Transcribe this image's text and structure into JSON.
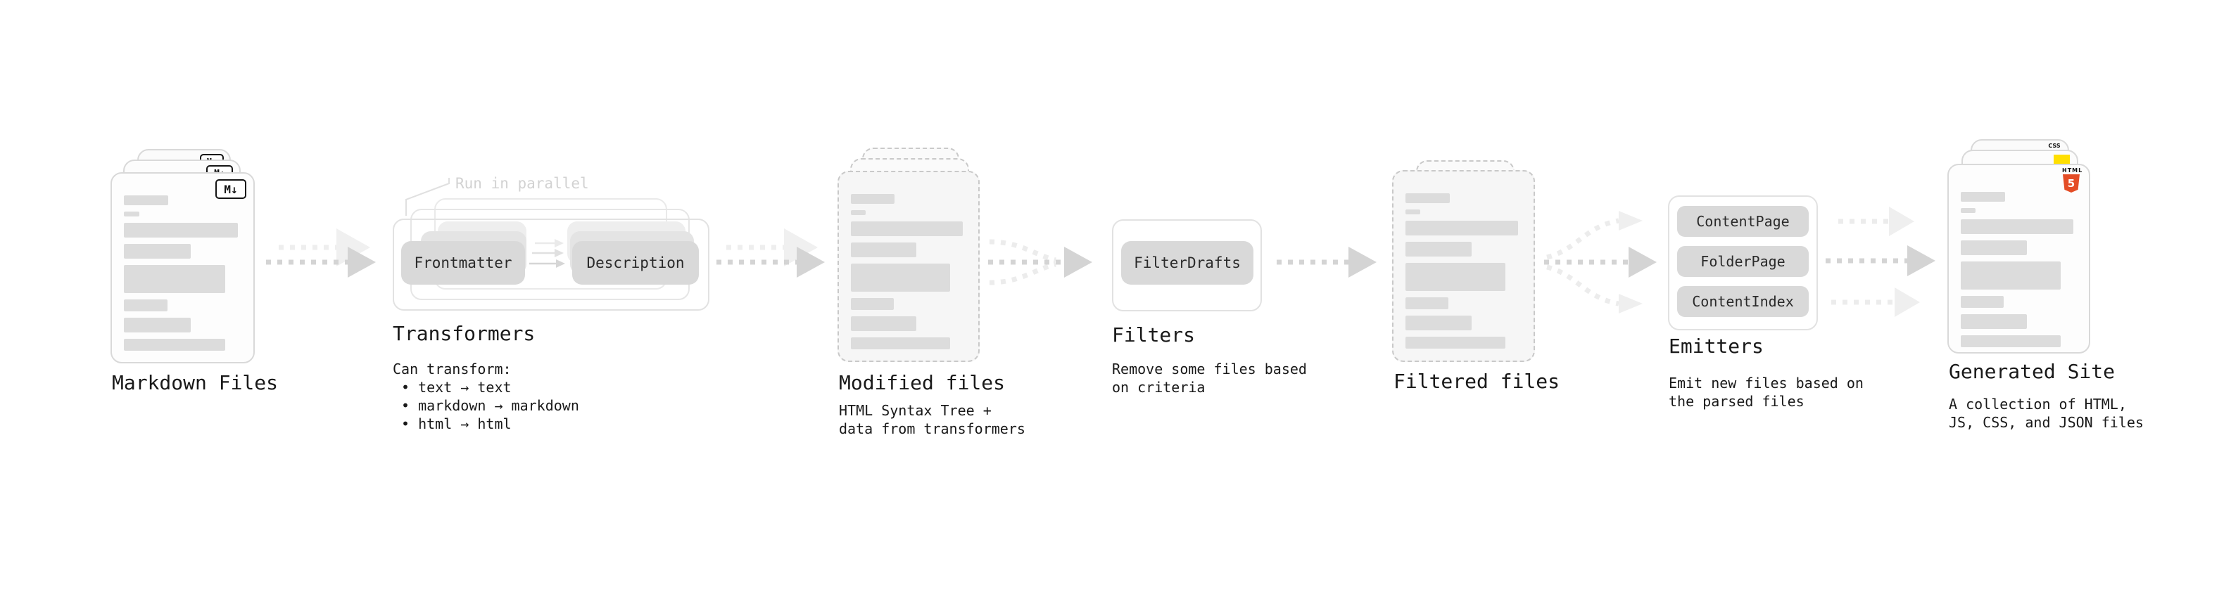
{
  "diagram": {
    "sections": {
      "markdown_files": {
        "label": "Markdown Files",
        "badge": "M↓"
      },
      "transformers": {
        "title": "Transformers",
        "parallel_note": "Run in parallel",
        "left_pill": "Frontmatter",
        "right_pill": "Description",
        "caption_heading": "Can transform:",
        "bullets": [
          "text → text",
          "markdown → markdown",
          "html → html"
        ]
      },
      "modified_files": {
        "label": "Modified files",
        "caption": [
          "HTML Syntax Tree +",
          "data from transformers"
        ]
      },
      "filters": {
        "title": "Filters",
        "pill": "FilterDrafts",
        "caption": [
          "Remove some files based",
          "on criteria"
        ]
      },
      "filtered_files": {
        "label": "Filtered files"
      },
      "emitters": {
        "title": "Emitters",
        "pills": [
          "ContentPage",
          "FolderPage",
          "ContentIndex"
        ],
        "caption": [
          "Emit new files based on",
          "the parsed files"
        ]
      },
      "generated_site": {
        "label": "Generated Site",
        "caption": [
          "A collection of HTML,",
          "JS, CSS, and JSON files"
        ],
        "badges": {
          "css": "CSS",
          "html_word": "HTML",
          "html_number": "5"
        }
      }
    },
    "colors": {
      "pill_gray": "#d9d9d9",
      "accent_html5": "#e44d26",
      "accent_css_blue": "#2862f4",
      "accent_js_yellow": "#ffdf00"
    }
  }
}
